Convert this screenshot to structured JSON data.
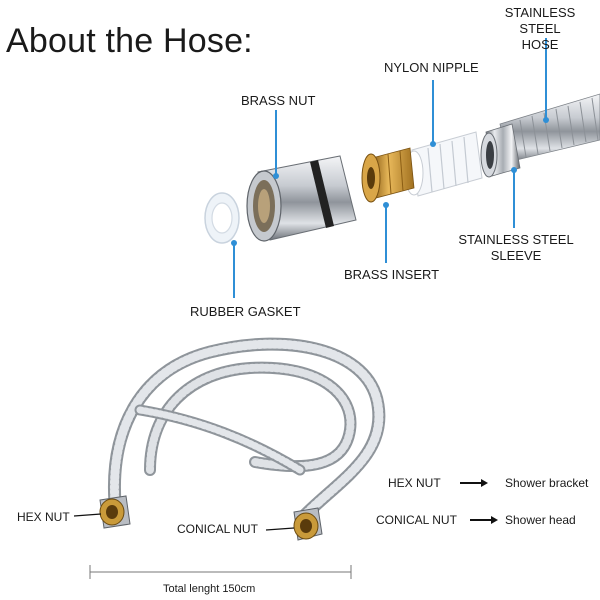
{
  "title": "About the Hose:",
  "parts": {
    "stainless_steel_hose": "STAINLESS STEEL\nHOSE",
    "nylon_nipple": "NYLON NIPPLE",
    "brass_nut": "BRASS NUT",
    "stainless_steel_sleeve": "STAINLESS STEEL\nSLEEVE",
    "brass_insert": "BRASS INSERT",
    "rubber_gasket": "RUBBER GASKET"
  },
  "hose_labels": {
    "hex_nut": "HEX NUT",
    "conical_nut": "CONICAL NUT"
  },
  "legend": {
    "rows": [
      {
        "term": "HEX NUT",
        "target": "Shower bracket"
      },
      {
        "term": "CONICAL NUT",
        "target": "Shower head"
      }
    ]
  },
  "dimension": "Total lenght 150cm",
  "colors": {
    "leader": "#2f8fd6",
    "chrome": "#b8bcc2",
    "brass": "#c9962e"
  }
}
